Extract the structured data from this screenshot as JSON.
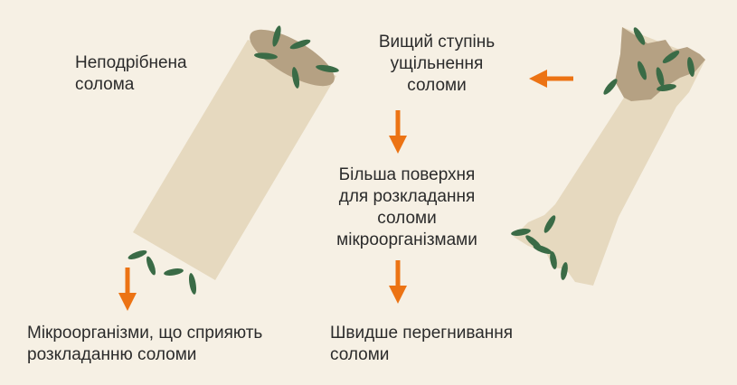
{
  "colors": {
    "background": "#f6f0e4",
    "straw": "#e6d9bf",
    "straw_end": "#b5a183",
    "microbe": "#3a6b46",
    "arrow": "#ec7314",
    "text": "#2b2b2b"
  },
  "labels": {
    "whole_straw": [
      "Неподрібнена",
      "солома"
    ],
    "compaction": [
      "Вищий ступінь",
      "ущільнення",
      "соломи"
    ],
    "surface": [
      "Більша поверхня",
      "для розкладання",
      "соломи",
      "мікроорганізмами"
    ],
    "microbes": [
      "Мікроорганізми, що сприяють",
      "розкладанню соломи"
    ],
    "faster": [
      "Швидше перегнивання",
      "соломи"
    ]
  }
}
